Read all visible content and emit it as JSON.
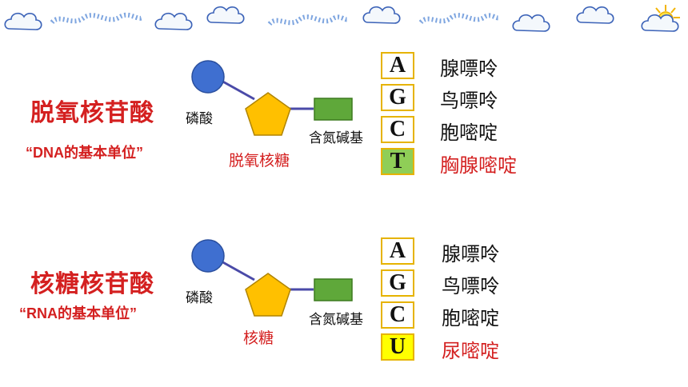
{
  "colors": {
    "accent_red": "#d42020",
    "phosphate_blue": "#3f6fd0",
    "sugar_gold": "#ffc000",
    "base_green": "#5fa83a",
    "box_border": "#e6b300",
    "highlight_green": "#8fce57",
    "highlight_yellow": "#ffff00",
    "bond_line": "#4a4aa8"
  },
  "dna": {
    "title": "脱氧核苷酸",
    "subtitle": "“DNA的基本单位”",
    "phosphate_label": "磷酸",
    "sugar_label": "脱氧核糖",
    "base_label": "含氮碱基",
    "bases": [
      {
        "letter": "A",
        "name": "腺嘌呤"
      },
      {
        "letter": "G",
        "name": "鸟嘌呤"
      },
      {
        "letter": "C",
        "name": "胞嘧啶"
      },
      {
        "letter": "T",
        "name": "胸腺嘧啶"
      }
    ]
  },
  "rna": {
    "title": "核糖核苷酸",
    "subtitle": "“RNA的基本单位”",
    "phosphate_label": "磷酸",
    "sugar_label": "核糖",
    "base_label": "含氮碱基",
    "bases": [
      {
        "letter": "A",
        "name": "腺嘌呤"
      },
      {
        "letter": "G",
        "name": "鸟嘌呤"
      },
      {
        "letter": "C",
        "name": "胞嘧啶"
      },
      {
        "letter": "U",
        "name": "尿嘧啶"
      }
    ]
  },
  "decorations": {
    "banner_icons": [
      "cloud-icon",
      "wave-cloud-icon",
      "sun-cloud-icon"
    ]
  }
}
